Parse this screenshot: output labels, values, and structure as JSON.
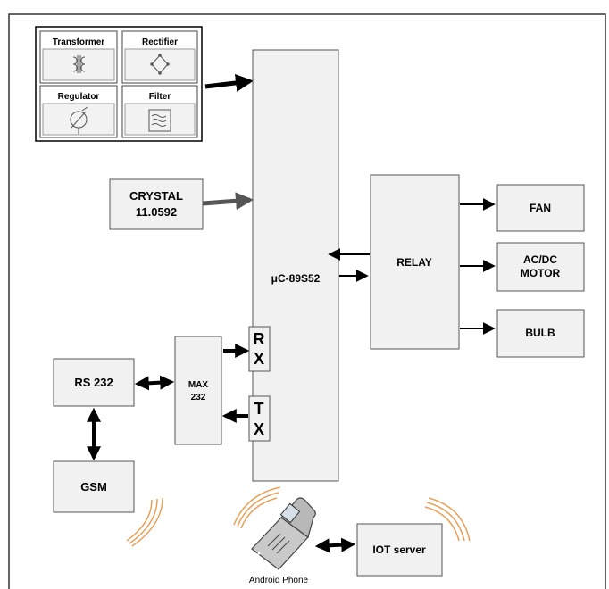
{
  "power_supply": {
    "transformer": "Transformer",
    "rectifier": "Rectifier",
    "regulator": "Regulator",
    "filter": "Filter"
  },
  "crystal": {
    "line1": "CRYSTAL",
    "line2": "11.0592"
  },
  "microcontroller": "μC-89S52",
  "rx": {
    "r": "R",
    "x": "X"
  },
  "tx": {
    "t": "T",
    "x": "X"
  },
  "max232": {
    "line1": "MAX",
    "line2": "232"
  },
  "rs232": "RS 232",
  "gsm": "GSM",
  "relay": "RELAY",
  "fan": "FAN",
  "motor": {
    "line1": "AC/DC",
    "line2": "MOTOR"
  },
  "bulb": "BULB",
  "iot_server": "IOT server",
  "android_phone": "Android Phone",
  "colors": {
    "wave": "#e8a15a",
    "block_fill": "#f1f1f1",
    "arrow": "#000000",
    "crystal_arrow": "#555555"
  }
}
